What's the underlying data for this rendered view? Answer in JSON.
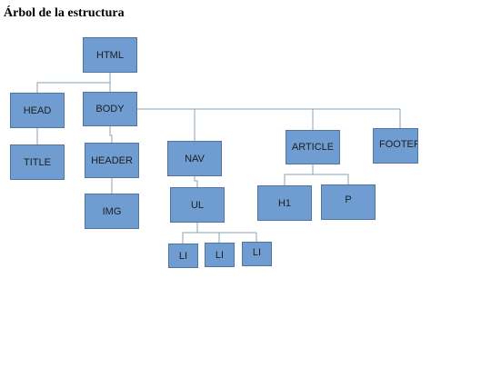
{
  "title": "Árbol de la estructura",
  "nodes": {
    "html": "HTML",
    "head": "HEAD",
    "body": "BODY",
    "title": "TITLE",
    "header": "HEADER",
    "img": "IMG",
    "nav": "NAV",
    "ul": "UL",
    "li1": "LI",
    "li2": "LI",
    "li3": "LI",
    "article": "ARTICLE",
    "h1": "H1",
    "p": "P",
    "footer": "FOOTER"
  },
  "colors": {
    "node_fill": "#6f9cd1",
    "node_border": "#52749f",
    "connector": "#8aa3b5"
  }
}
